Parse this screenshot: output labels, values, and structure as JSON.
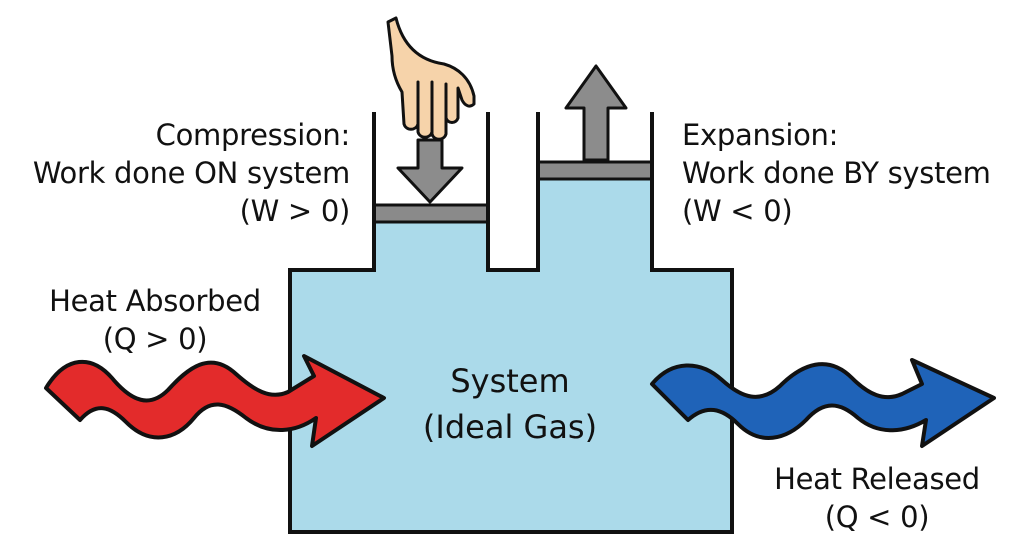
{
  "compression": {
    "line1": "Compression:",
    "line2": "Work done ON system",
    "line3": "(W > 0)"
  },
  "expansion": {
    "line1": "Expansion:",
    "line2": "Work done BY system",
    "line3": "(W < 0)"
  },
  "heat_absorbed": {
    "line1": "Heat Absorbed",
    "line2": "(Q > 0)"
  },
  "heat_released": {
    "line1": "Heat Released",
    "line2": "(Q < 0)"
  },
  "system": {
    "line1": "System",
    "line2": "(Ideal Gas)"
  },
  "colors": {
    "gas_fill": "#abdaea",
    "outline": "#111111",
    "piston": "#8a8a8a",
    "work_arrow": "#8c8c8c",
    "heat_in_arrow": "#e32b2b",
    "heat_out_arrow": "#1f63b8",
    "hand_skin": "#f6d3aa"
  },
  "icons": {
    "hand": "pressing-hand-icon",
    "arrow_down": "compression-arrow-icon",
    "arrow_up": "expansion-arrow-icon",
    "heat_in": "heat-in-wavy-arrow-icon",
    "heat_out": "heat-out-wavy-arrow-icon"
  }
}
